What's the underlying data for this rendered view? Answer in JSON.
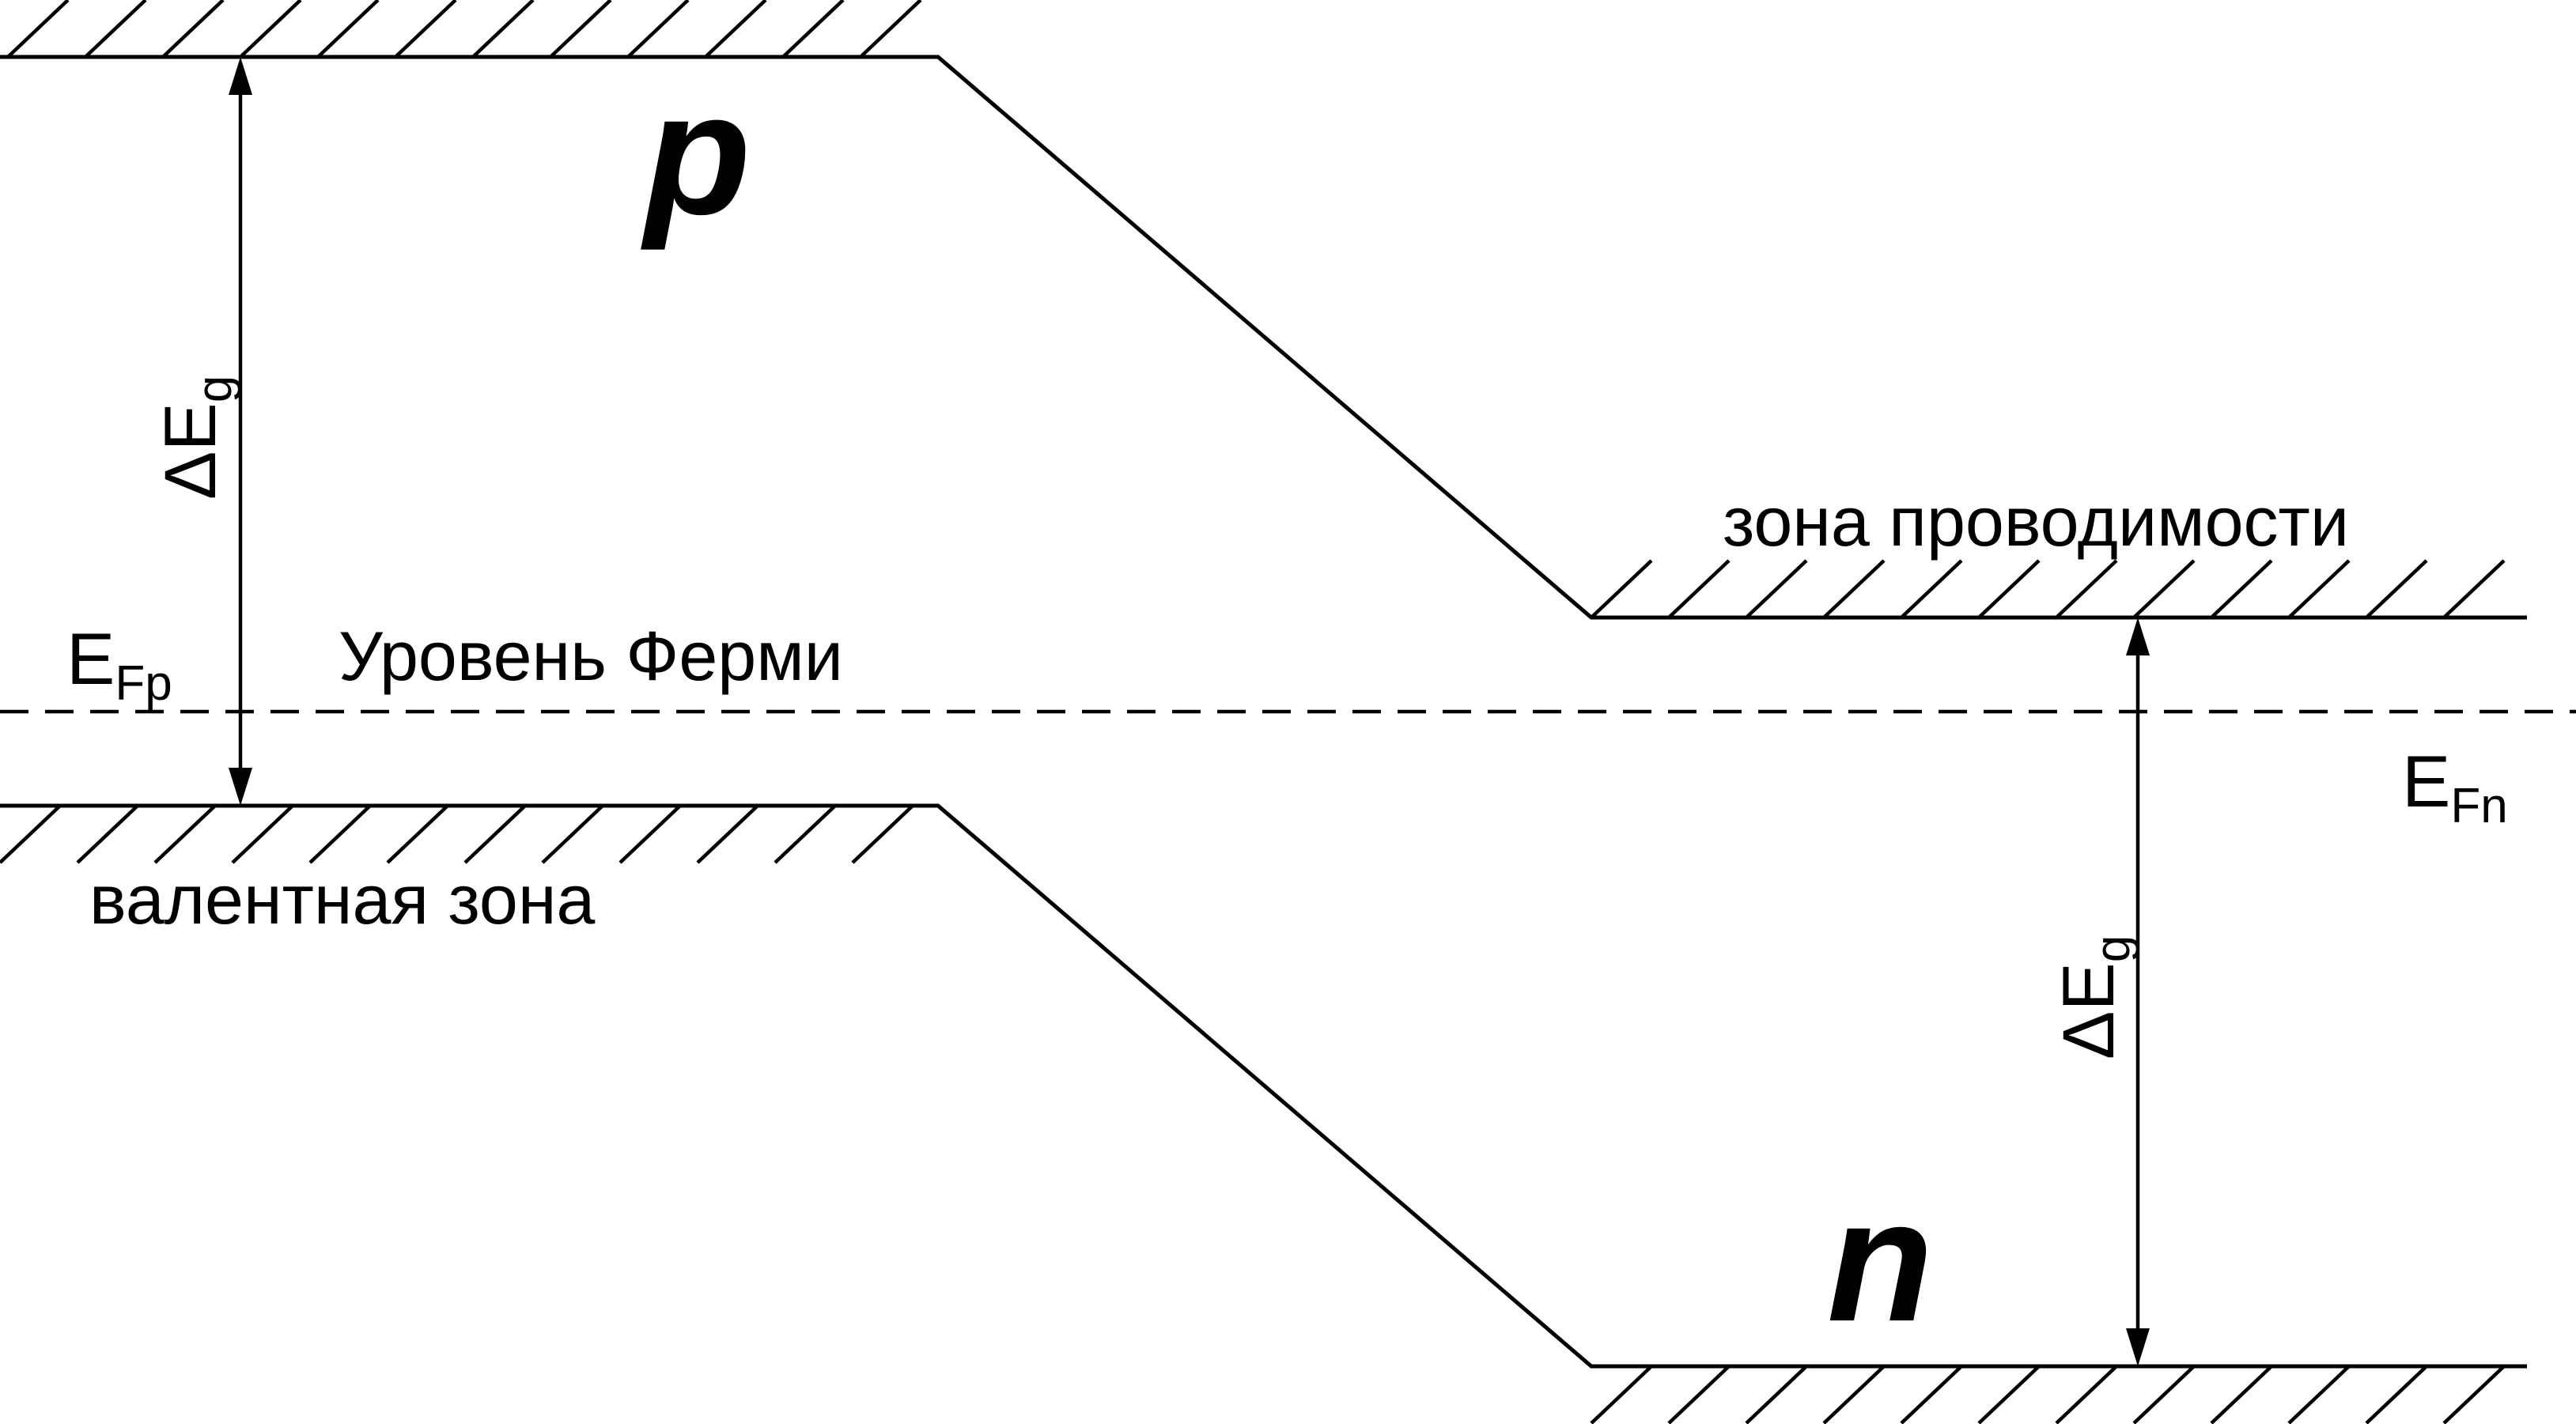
{
  "diagram": {
    "regions": {
      "p_label": "p",
      "n_label": "n"
    },
    "bands": {
      "conduction_band_label": "зона проводимости",
      "valence_band_label": "валентная зона"
    },
    "fermi_level": {
      "label": "Уровень Ферми",
      "p_side_symbol": "E",
      "p_side_subscript": "Fp",
      "n_side_symbol": "E",
      "n_side_subscript": "Fn"
    },
    "band_gap": {
      "p_side_symbol": "ΔE",
      "p_side_subscript": "g",
      "n_side_symbol": "ΔE",
      "n_side_subscript": "g"
    }
  }
}
